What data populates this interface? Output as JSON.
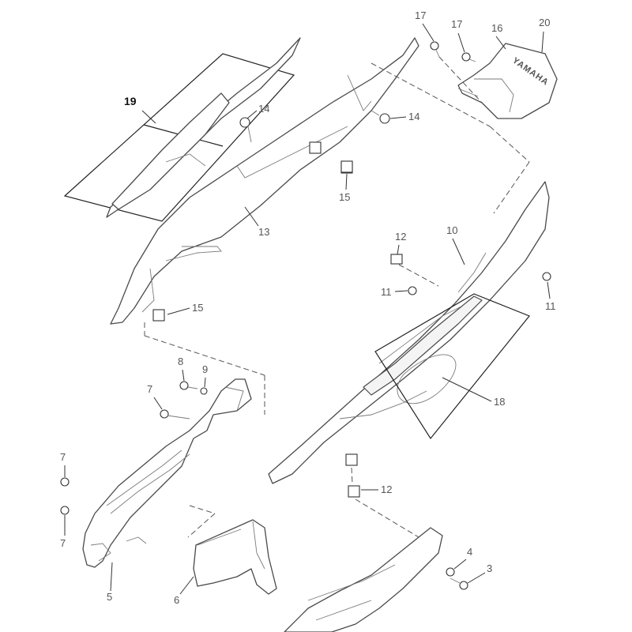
{
  "brand_text": "YAMAHA",
  "callouts": {
    "c3": "3",
    "c4": "4",
    "c5": "5",
    "c6": "6",
    "c7a": "7",
    "c7b": "7",
    "c7c": "7",
    "c8": "8",
    "c9": "9",
    "c10": "10",
    "c11a": "11",
    "c11b": "11",
    "c12a": "12",
    "c12b": "12",
    "c13": "13",
    "c14a": "14",
    "c14b": "14",
    "c15a": "15",
    "c15b": "15",
    "c16": "16",
    "c17a": "17",
    "c17b": "17",
    "c18": "18",
    "c19": "19",
    "c20": "20"
  },
  "colors": {
    "line": "#4a4a4a",
    "label": "#555555",
    "highlight": "#111111"
  }
}
